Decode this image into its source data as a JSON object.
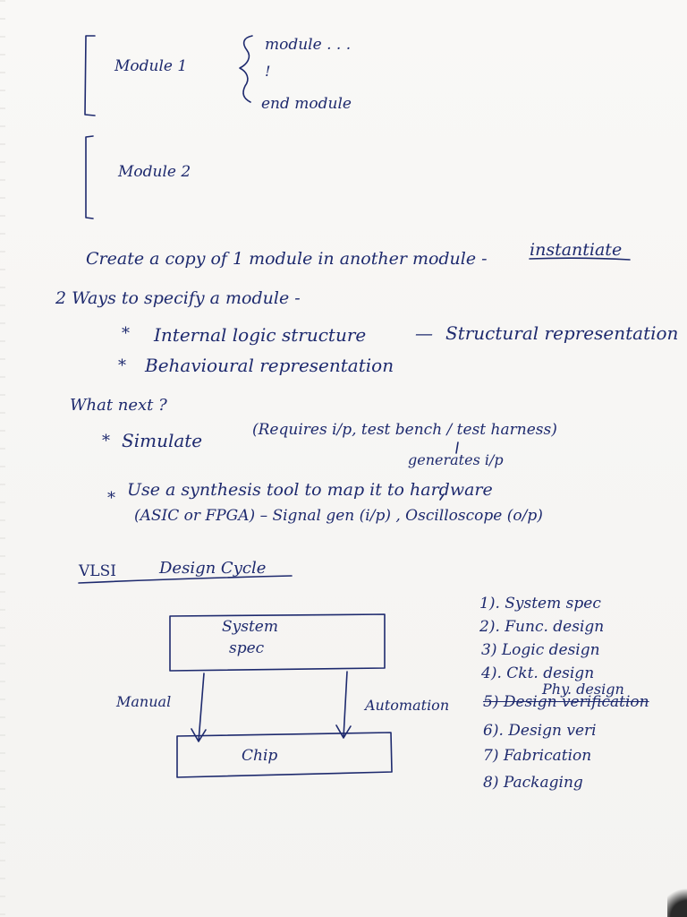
{
  "module_block": {
    "module1": "Module 1",
    "code_start": "module . . .",
    "code_dots": "!",
    "code_end": "end module",
    "module2": "Module 2"
  },
  "notes": {
    "instantiate_line": "Create a copy of 1 module in another module -",
    "instantiate_word": "instantiate",
    "ways_heading": "2 Ways to specify a module -",
    "way1_left": "Internal logic structure",
    "way1_dash": "—",
    "way1_right": "Structural representation",
    "way2": "Behavioural representation",
    "what_next": "What next ?",
    "simulate": "Simulate",
    "simulate_note": "(Requires i/p, test bench / test harness)",
    "generates": "generates i/p",
    "synthesis_line": "Use a synthesis tool to map it to hardware",
    "synthesis_sub": "(ASIC or FPGA)  –  Signal gen (i/p) ,  Oscilloscope (o/p)",
    "bullet": "*"
  },
  "vlsi": {
    "heading_left": "VLSI",
    "heading_right": "Design Cycle",
    "box_top_line1": "System",
    "box_top_line2": "spec",
    "manual": "Manual",
    "automation": "Automation",
    "chip": "Chip",
    "steps": [
      "1). System spec",
      "2). Func. design",
      "3) Logic design",
      "4). Ckt. design",
      "5) Design verification",
      "6). Design veri",
      "7) Fabrication",
      "8) Packaging"
    ],
    "step5_correction": "Phy. design"
  }
}
